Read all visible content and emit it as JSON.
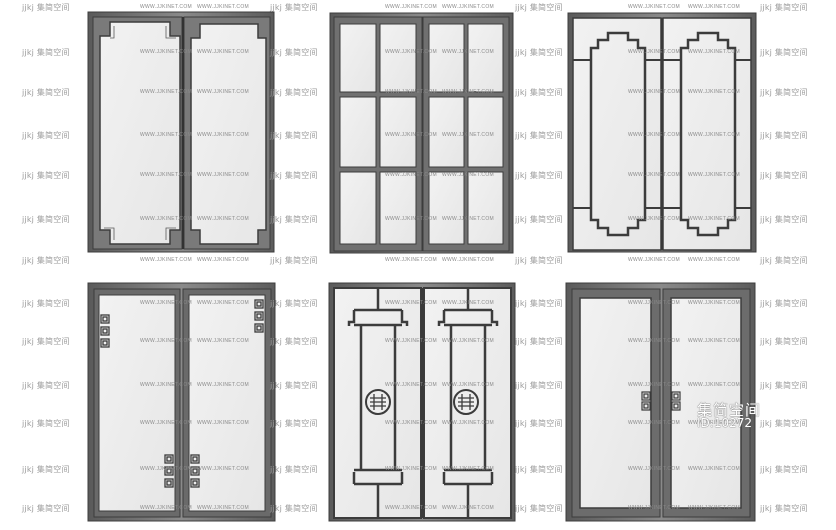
{
  "watermarks": {
    "logo_text": "jjkj 集简空间",
    "site_text": "WWW.JJKINET.COM"
  },
  "brand": {
    "name": "集简空间",
    "id_label": "ID:10272"
  },
  "doors": [
    {
      "name": "door-1",
      "style": "cut-corner-panels"
    },
    {
      "name": "door-2",
      "style": "grid-lattice"
    },
    {
      "name": "door-3",
      "style": "stepped-inner-frame"
    },
    {
      "name": "door-4",
      "style": "fret-corner-ornaments"
    },
    {
      "name": "door-5",
      "style": "ladder-frame-with-medallion"
    },
    {
      "name": "door-6",
      "style": "plain-panel-with-handle-knots"
    }
  ],
  "colors": {
    "frame": "#6e6e6e",
    "frame_dark": "#3f3f3f",
    "frame_light": "#9a9a9a",
    "glass": "#eeeeee"
  }
}
